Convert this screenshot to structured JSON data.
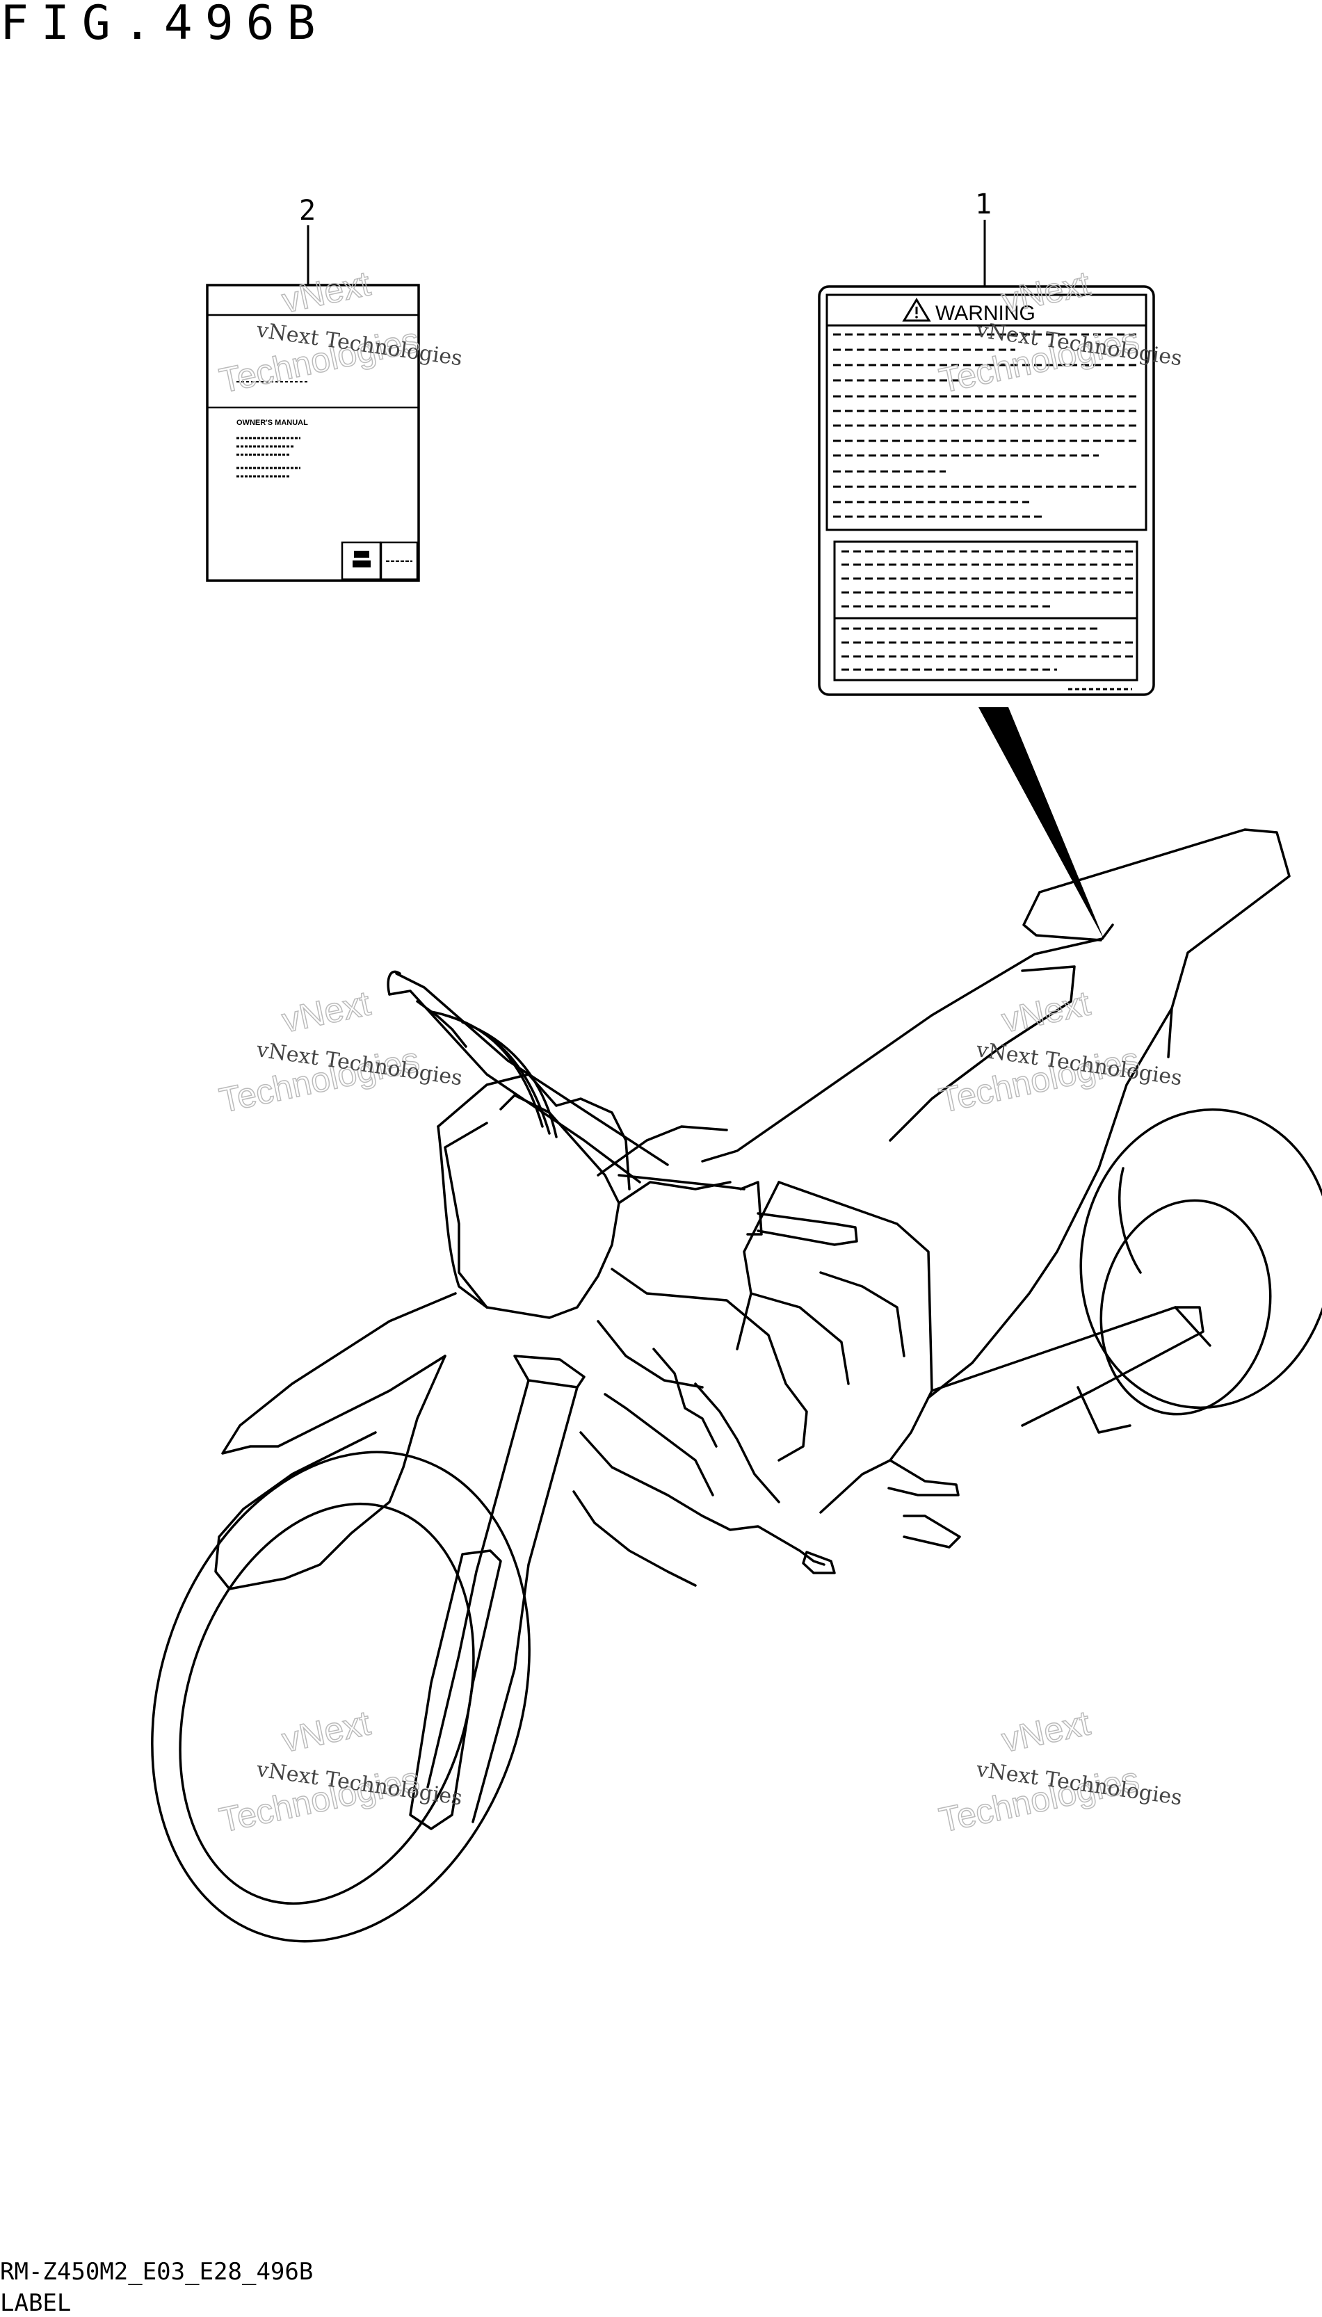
{
  "figure": {
    "title": "FIG.496B",
    "code": "RM-Z450M2_E03_E28_496B",
    "section": "LABEL"
  },
  "parts": [
    {
      "callout": "2",
      "name": "owners-manual",
      "text": "OWNER'S MANUAL"
    },
    {
      "callout": "1",
      "name": "warning-label",
      "text": "WARNING"
    }
  ],
  "watermark": {
    "line1": "vNext Technologies",
    "line2": "Technologies",
    "line3": "vNext"
  }
}
